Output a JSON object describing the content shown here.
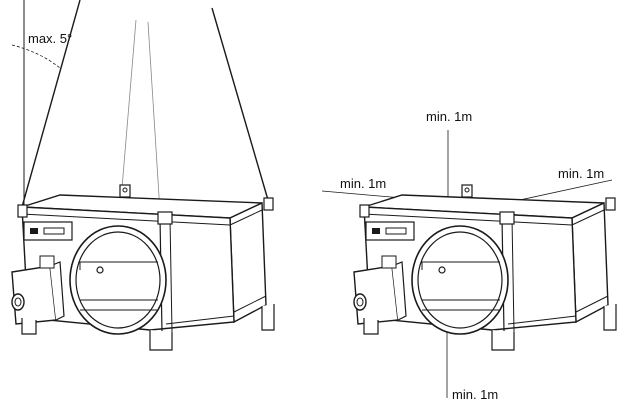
{
  "labels": {
    "tilt": "max. 5°",
    "clearance_top": "min. 1m",
    "clearance_left": "min. 1m",
    "clearance_right": "min. 1m",
    "clearance_bottom": "min. 1m"
  },
  "colors": {
    "line": "#1a1a1a",
    "background": "#ffffff"
  },
  "icons": [
    "suspended-heater-unit",
    "heater-unit-with-clearances"
  ]
}
